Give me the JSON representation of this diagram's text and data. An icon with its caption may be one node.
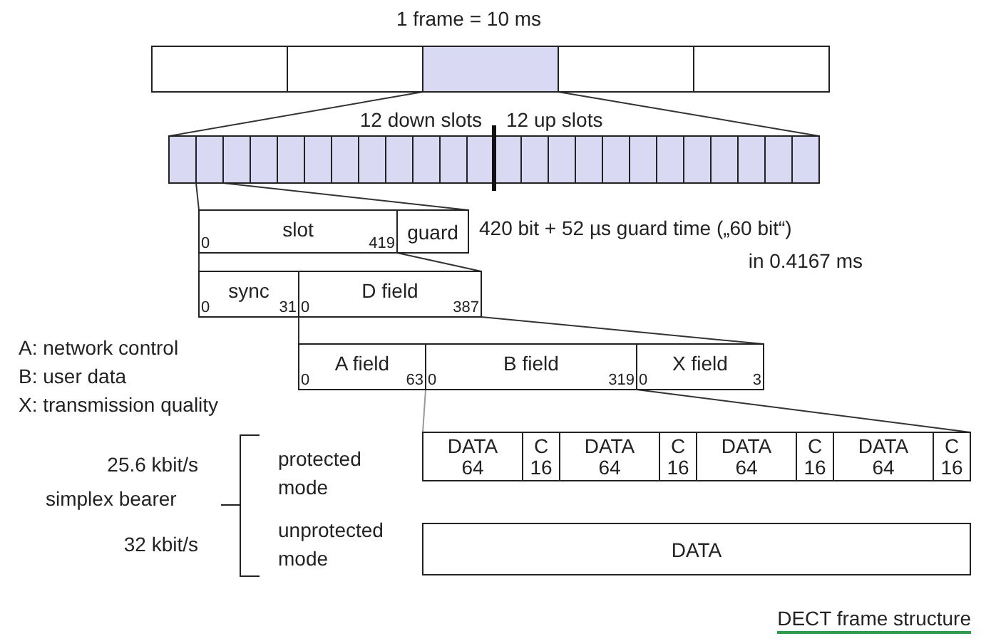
{
  "diagram": {
    "caption": "DECT frame structure",
    "nodes": [
      {
        "text": [],
        "shape": "box"
      },
      {
        "text": [],
        "shape": "box"
      },
      {
        "text": [],
        "shape": "box"
      },
      {
        "text": [],
        "shape": "box"
      },
      {
        "text": [],
        "shape": "box"
      },
      {
        "text": [],
        "shape": "box"
      },
      {
        "text": [],
        "shape": "box"
      },
      {
        "text": [],
        "shape": "box"
      },
      {
        "text": [],
        "shape": "box"
      },
      {
        "text": [],
        "shape": "box"
      },
      {
        "text": [],
        "shape": "box"
      },
      {
        "text": [],
        "shape": "box"
      },
      {
        "text": [],
        "shape": "box"
      },
      {
        "text": [],
        "shape": "box"
      },
      {
        "text": [],
        "shape": "box"
      },
      {
        "text": [],
        "shape": "box"
      },
      {
        "text": [],
        "shape": "box"
      },
      {
        "text": [],
        "shape": "box"
      },
      {
        "text": [],
        "shape": "box"
      },
      {
        "text": [],
        "shape": "box"
      },
      {
        "text": [],
        "shape": "box"
      },
      {
        "text": [],
        "shape": "box"
      },
      {
        "text": [],
        "shape": "box"
      },
      {
        "text": [],
        "shape": "box"
      },
      {
        "text": [],
        "shape": "box"
      },
      {
        "text": [],
        "shape": "box"
      },
      {
        "text": [],
        "shape": "box"
      },
      {
        "text": [],
        "shape": "box"
      },
      {
        "text": [],
        "shape": "box"
      },
      {
        "text": [
          "slot",
          "0",
          "419"
        ]
      },
      {
        "text": [
          "guard"
        ]
      },
      {
        "text": [
          "sync",
          "0",
          "31"
        ]
      },
      {
        "text": [
          "D field",
          "0",
          "387"
        ]
      },
      {
        "text": [
          "A field",
          "0",
          "63"
        ]
      },
      {
        "text": [
          "B field",
          "0",
          "319"
        ]
      },
      {
        "text": [
          "X field",
          "0",
          "3"
        ]
      },
      {
        "text": [
          "DATA",
          "64"
        ]
      },
      {
        "text": [
          "C",
          "16"
        ]
      },
      {
        "text": [
          "DATA",
          "64"
        ]
      },
      {
        "text": [
          "C",
          "16"
        ]
      },
      {
        "text": [
          "DATA",
          "64"
        ]
      },
      {
        "text": [
          "C",
          "16"
        ]
      },
      {
        "text": [
          "DATA",
          "64"
        ]
      },
      {
        "text": [
          "C",
          "16"
        ]
      },
      {
        "text": [
          "DATA"
        ]
      }
    ],
    "edges": [
      {
        "from": 2,
        "to": 5,
        "arrow": "none"
      },
      {
        "from": 2,
        "to": 28,
        "arrow": "none"
      },
      {
        "from": 6,
        "to": 29,
        "arrow": "none"
      },
      {
        "from": 6,
        "to": 30,
        "arrow": "none"
      },
      {
        "from": 29,
        "to": 31,
        "arrow": "none"
      },
      {
        "from": 29,
        "to": 32,
        "arrow": "none"
      },
      {
        "from": 32,
        "to": 33,
        "arrow": "none"
      },
      {
        "from": 32,
        "to": 35,
        "arrow": "none"
      },
      {
        "from": 34,
        "to": 36,
        "arrow": "none",
        "color": "#999999"
      },
      {
        "from": 34,
        "to": 43,
        "arrow": "none"
      }
    ],
    "labels": [
      "1 frame = 10 ms",
      "12 down slots",
      "12 up slots",
      "420 bit + 52 µs guard time („60 bit“)",
      "in 0.4167 ms",
      "A: network control",
      "B: user data",
      "X: transmission quality",
      "25.6 kbit/s",
      "protected mode",
      "simplex bearer",
      "unprotected mode",
      "32 kbit/s"
    ]
  }
}
